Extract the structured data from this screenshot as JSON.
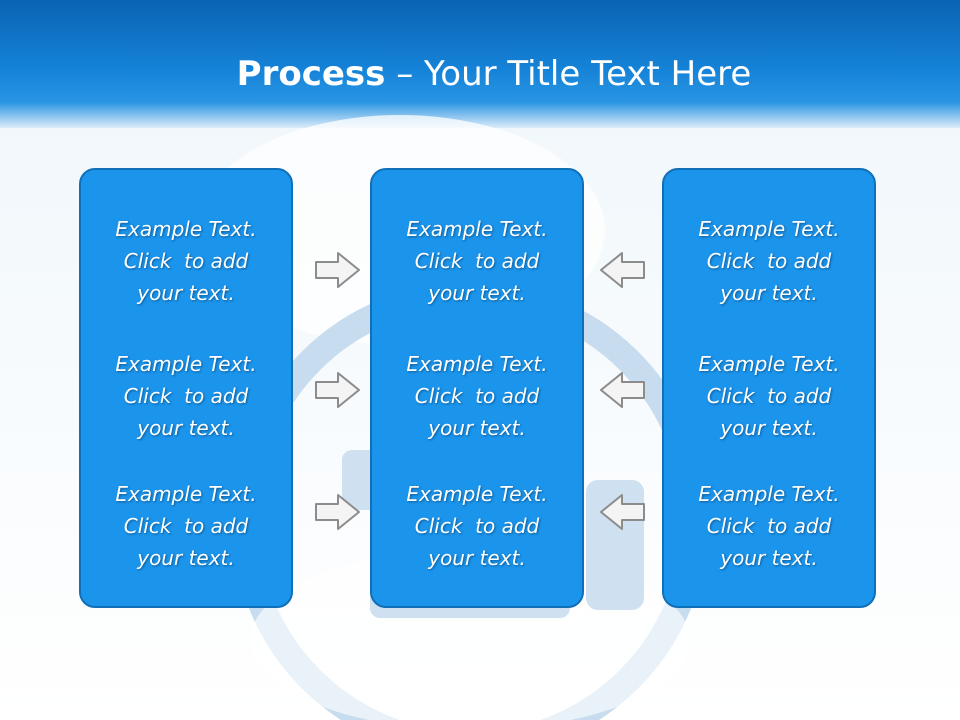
{
  "slide": {
    "title_bold": "Process",
    "title_separator": " – ",
    "title_rest": "Your Title Text Here"
  },
  "panels": [
    {
      "blocks": [
        "Example Text.\nClick  to add\nyour text.",
        "Example Text.\nClick  to add\nyour text.",
        "Example Text.\nClick  to add\nyour text."
      ]
    },
    {
      "blocks": [
        "Example Text.\nClick  to add\nyour text.",
        "Example Text.\nClick  to add\nyour text.",
        "Example Text.\nClick  to add\nyour text."
      ]
    },
    {
      "blocks": [
        "Example Text.\nClick  to add\nyour text.",
        "Example Text.\nClick  to add\nyour text.",
        "Example Text.\nClick  to add\nyour text."
      ]
    }
  ],
  "arrows": {
    "left_column": [
      "right",
      "right",
      "right"
    ],
    "right_column": [
      "left",
      "left",
      "left"
    ]
  },
  "colors": {
    "header": "#1583d8",
    "panel": "#1b95ec",
    "panel_border": "#0f6fb8",
    "arrow_fill": "#f4f4f4",
    "arrow_stroke": "#8c8c8c"
  }
}
